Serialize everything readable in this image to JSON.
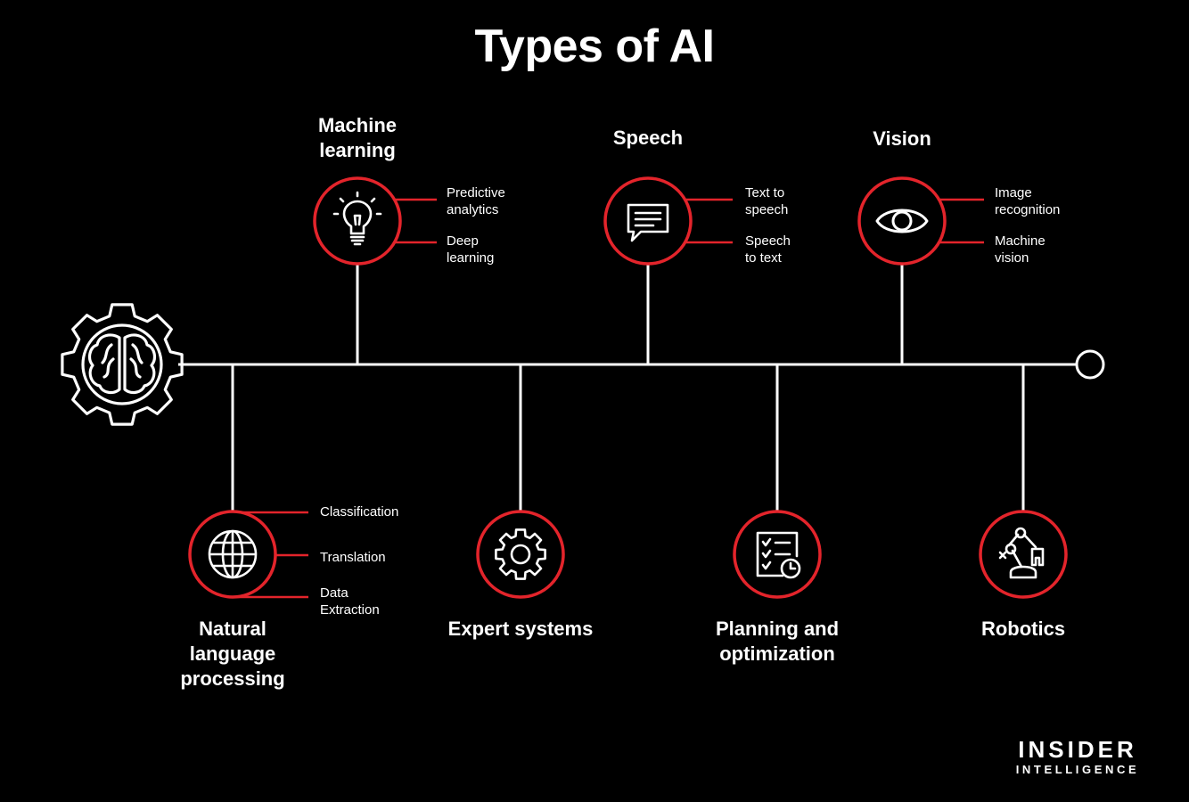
{
  "title": "Types of AI",
  "colors": {
    "background": "#000000",
    "accent": "#E3242B",
    "line": "#FFFFFF"
  },
  "categories": [
    {
      "name": "Machine\nlearning",
      "icon": "lightbulb-icon",
      "items": [
        "Predictive\nanalytics",
        "Deep\nlearning"
      ]
    },
    {
      "name": "Speech",
      "icon": "chat-bubble-icon",
      "items": [
        "Text to\nspeech",
        "Speech\nto text"
      ]
    },
    {
      "name": "Vision",
      "icon": "eye-icon",
      "items": [
        "Image\nrecognition",
        "Machine\nvision"
      ]
    },
    {
      "name": "Natural\nlanguage\nprocessing",
      "icon": "globe-icon",
      "items": [
        "Classification",
        "Translation",
        "Data\nExtraction"
      ]
    },
    {
      "name": "Expert systems",
      "icon": "gear-icon",
      "items": []
    },
    {
      "name": "Planning and\noptimization",
      "icon": "checklist-clock-icon",
      "items": []
    },
    {
      "name": "Robotics",
      "icon": "robot-arm-icon",
      "items": []
    }
  ],
  "hub_icon": "brain-gear-icon",
  "brand": {
    "line1": "INSIDER",
    "line2": "INTELLIGENCE"
  }
}
